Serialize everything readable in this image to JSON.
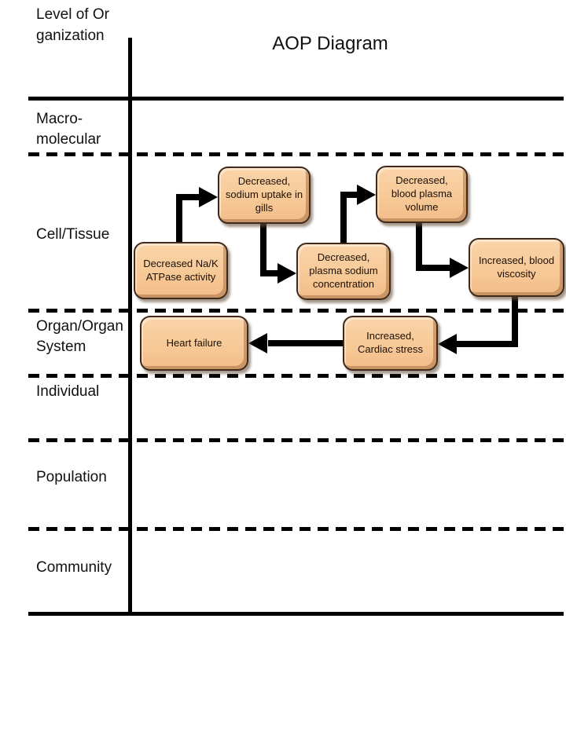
{
  "title": "AOP Diagram",
  "axis_label": "Level of Organization",
  "levels": [
    {
      "label": "Macro-molecular"
    },
    {
      "label": "Cell/Tissue"
    },
    {
      "label": "Organ/Organ System"
    },
    {
      "label": "Individual"
    },
    {
      "label": "Population"
    },
    {
      "label": "Community"
    }
  ],
  "nodes": [
    {
      "id": "decreased-na-k-atpase-activity",
      "label": "Decreased Na/K ATPase activity",
      "level": "Cell/Tissue"
    },
    {
      "id": "decreased-sodium-uptake-in-gills",
      "label": "Decreased, sodium uptake in gills",
      "level": "Cell/Tissue"
    },
    {
      "id": "decreased-plasma-sodium-concentration",
      "label": "Decreased, plasma sodium concentration",
      "level": "Cell/Tissue"
    },
    {
      "id": "decreased-blood-plasma-volume",
      "label": "Decreased, blood plasma volume",
      "level": "Cell/Tissue"
    },
    {
      "id": "increased-blood-viscosity",
      "label": "Increased, blood viscosity",
      "level": "Cell/Tissue"
    },
    {
      "id": "increased-cardiac-stress",
      "label": "Increased, Cardiac stress",
      "level": "Organ/Organ System"
    },
    {
      "id": "heart-failure",
      "label": "Heart failure",
      "level": "Organ/Organ System"
    }
  ],
  "edges": [
    {
      "from": "decreased-na-k-atpase-activity",
      "to": "decreased-sodium-uptake-in-gills"
    },
    {
      "from": "decreased-sodium-uptake-in-gills",
      "to": "decreased-plasma-sodium-concentration"
    },
    {
      "from": "decreased-plasma-sodium-concentration",
      "to": "decreased-blood-plasma-volume"
    },
    {
      "from": "decreased-blood-plasma-volume",
      "to": "increased-blood-viscosity"
    },
    {
      "from": "increased-blood-viscosity",
      "to": "increased-cardiac-stress"
    },
    {
      "from": "increased-cardiac-stress",
      "to": "heart-failure"
    }
  ],
  "colors": {
    "background": "#FFFFFF",
    "line": "#000000",
    "node_fill": "#F7C997",
    "node_border": "#40291A",
    "node_text": "#1C1006"
  }
}
